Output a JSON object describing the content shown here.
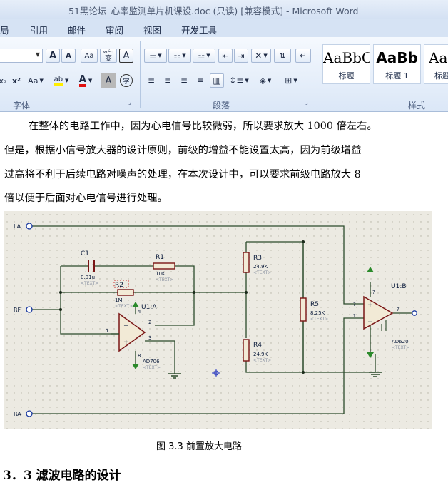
{
  "window": {
    "title": "51黑论坛_心率监测单片机课设.doc (只读) [兼容模式] - Microsoft Word"
  },
  "tabs": [
    "局",
    "引用",
    "邮件",
    "审阅",
    "视图",
    "开发工具"
  ],
  "ribbon": {
    "groups": {
      "font": "字体",
      "paragraph": "段落",
      "styles": "样式"
    },
    "font_buttons": {
      "grow": "A",
      "shrink": "A",
      "clear": "Aa",
      "phonetic": "wén",
      "pinyin": "变",
      "border": "A",
      "sub": "x₂",
      "sup": "x²",
      "case": "Aa",
      "highlight": "ab",
      "color": "A",
      "shade": "A",
      "enclose": "字"
    },
    "styles": [
      {
        "preview": "AaBbC",
        "name": "标题"
      },
      {
        "preview": "AaBb",
        "name": "标题 1"
      },
      {
        "preview": "AaI",
        "name": "标题"
      }
    ]
  },
  "document": {
    "lines": [
      "在整体的电路工作中，因为心电信号比较微弱，所以要求放大 1000 倍左右。",
      "但是，根据小信号放大器的设计原则，前级的增益不能设置太高，因为前级增益",
      "过高将不利于后续电路对噪声的处理，在本次设计中，可以要求前级电路放大 8",
      "倍以便于后面对心电信号进行处理。"
    ],
    "caption": "图 3.3   前置放大电路",
    "heading": "3．3  滤波电路的设计"
  },
  "schematic": {
    "terminals": {
      "la": "LA",
      "rf": "RF",
      "ra": "RA"
    },
    "components": {
      "c1": {
        "ref": "C1",
        "value": "0.01u",
        "text": "<TEXT>"
      },
      "r1": {
        "ref": "R1",
        "value": "10K",
        "text": "<TEXT>"
      },
      "r2": {
        "ref": "R2",
        "value": "1M",
        "text": "<TEXT>"
      },
      "u1a": {
        "ref": "U1:A",
        "part": "AD706",
        "text": "<TEXT>"
      },
      "r3": {
        "ref": "R3",
        "value": "24.9K",
        "text": "<TEXT>"
      },
      "r4": {
        "ref": "R4",
        "value": "24.9K",
        "text": "<TEXT>"
      },
      "r5": {
        "ref": "R5",
        "value": "8.25K",
        "text": "<TEXT>"
      },
      "u1b": {
        "ref": "U1:B",
        "part": "AD620",
        "text": "<TEXT>"
      }
    },
    "pins": {
      "p1": "1",
      "p2": "2",
      "p3": "3",
      "p4": "4",
      "p8": "8",
      "q1": "?",
      "q2": "?",
      "q3": "?",
      "q4": "?",
      "out": "1"
    }
  },
  "colors": {
    "wire": "#2b4a2b",
    "terminal": "#1a3aa0",
    "component": "#7a1515",
    "grid_bg": "#eceae2"
  }
}
